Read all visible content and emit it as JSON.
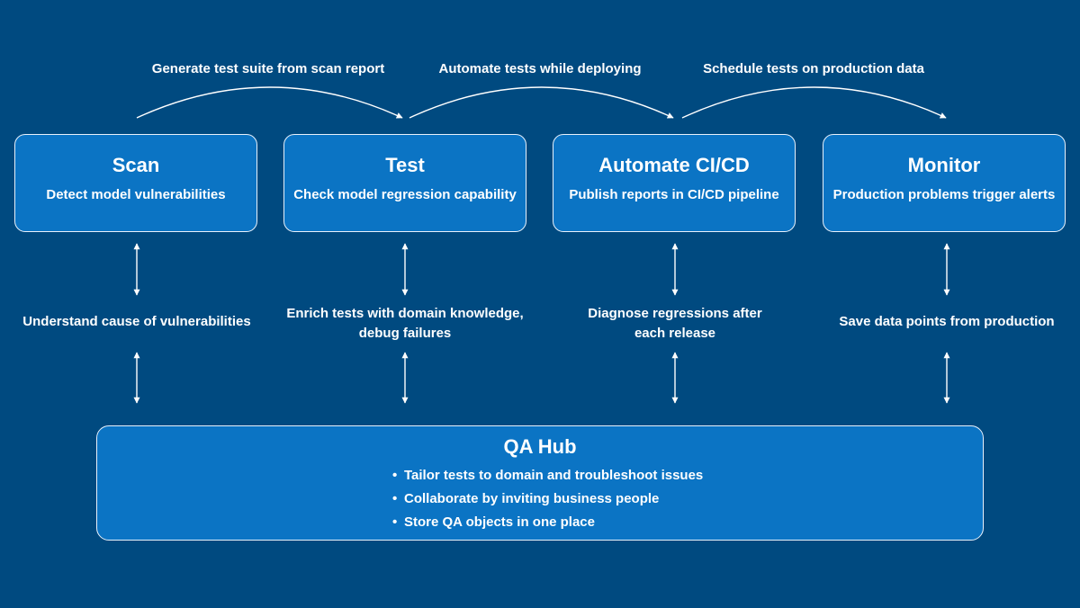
{
  "arcs": [
    {
      "label": "Generate test suite from scan report"
    },
    {
      "label": "Automate tests while deploying"
    },
    {
      "label": "Schedule tests on production data"
    }
  ],
  "stages": [
    {
      "title": "Scan",
      "description": "Detect model vulnerabilities"
    },
    {
      "title": "Test",
      "description": "Check model regression capability"
    },
    {
      "title": "Automate CI/CD",
      "description": "Publish reports in CI/CD pipeline"
    },
    {
      "title": "Monitor",
      "description": "Production problems trigger alerts"
    }
  ],
  "interactions": [
    {
      "line1": "Understand cause of vulnerabilities",
      "line2": ""
    },
    {
      "line1": "Enrich tests with domain knowledge,",
      "line2": "debug failures"
    },
    {
      "line1": "Diagnose regressions after",
      "line2": "each release"
    },
    {
      "line1": "Save data points from production",
      "line2": ""
    }
  ],
  "hub": {
    "title": "QA Hub",
    "bullet": "•",
    "items": [
      "Tailor tests to domain and troubleshoot issues",
      "Collaborate by inviting business people",
      "Store QA objects in one place"
    ]
  },
  "colors": {
    "background": "#004a80",
    "box_fill": "#0b74c4",
    "box_border": "#e8f1fb",
    "text": "#ffffff"
  }
}
